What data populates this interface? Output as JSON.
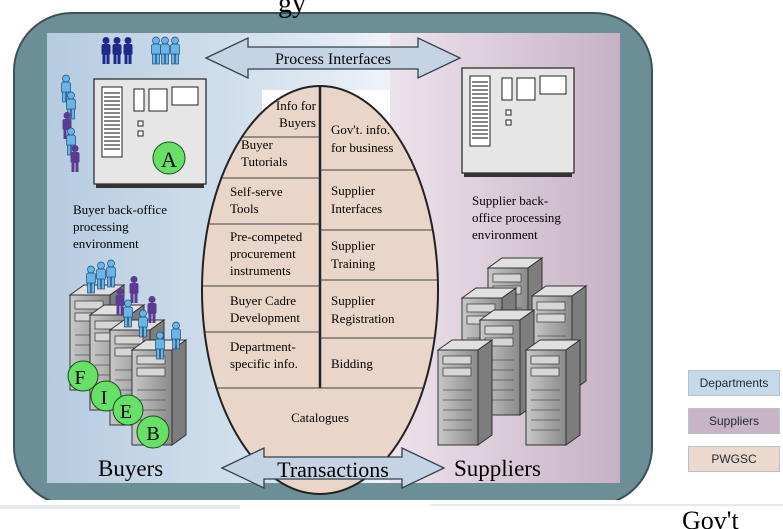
{
  "header_fragment": "gy",
  "footer_fragment": "Gov't",
  "process_interfaces": "Process Interfaces",
  "transactions": "Transactions",
  "buyers": "Buyers",
  "suppliers": "Suppliers",
  "buyer_env": [
    "Buyer back-office",
    "processing",
    "environment"
  ],
  "supplier_env": [
    "Supplier back-",
    "office processing",
    "environment"
  ],
  "badge_a": "A",
  "server_badges": [
    "F",
    "I",
    "E",
    "B"
  ],
  "left_items": [
    [
      "Info for",
      "Buyers"
    ],
    [
      "Buyer",
      "Tutorials"
    ],
    [
      "Self-serve",
      "Tools"
    ],
    [
      "Pre-competed",
      "procurement",
      "instruments"
    ],
    [
      "Buyer Cadre",
      "Development"
    ],
    [
      "Department-",
      "specific info."
    ]
  ],
  "right_items": [
    [
      "Gov't. info.",
      "for business"
    ],
    [
      "Supplier",
      "Interfaces"
    ],
    [
      "Supplier",
      "Training"
    ],
    [
      "Supplier",
      "Registration"
    ],
    [
      "Bidding"
    ]
  ],
  "catalogues": "Catalogues",
  "legend": {
    "departments": "Departments",
    "suppliers": "Suppliers",
    "pwgsc": "PWGSC",
    "colors": {
      "departments": "#c5d9ea",
      "suppliers": "#c7b5c6",
      "pwgsc": "#ead9cc"
    }
  }
}
